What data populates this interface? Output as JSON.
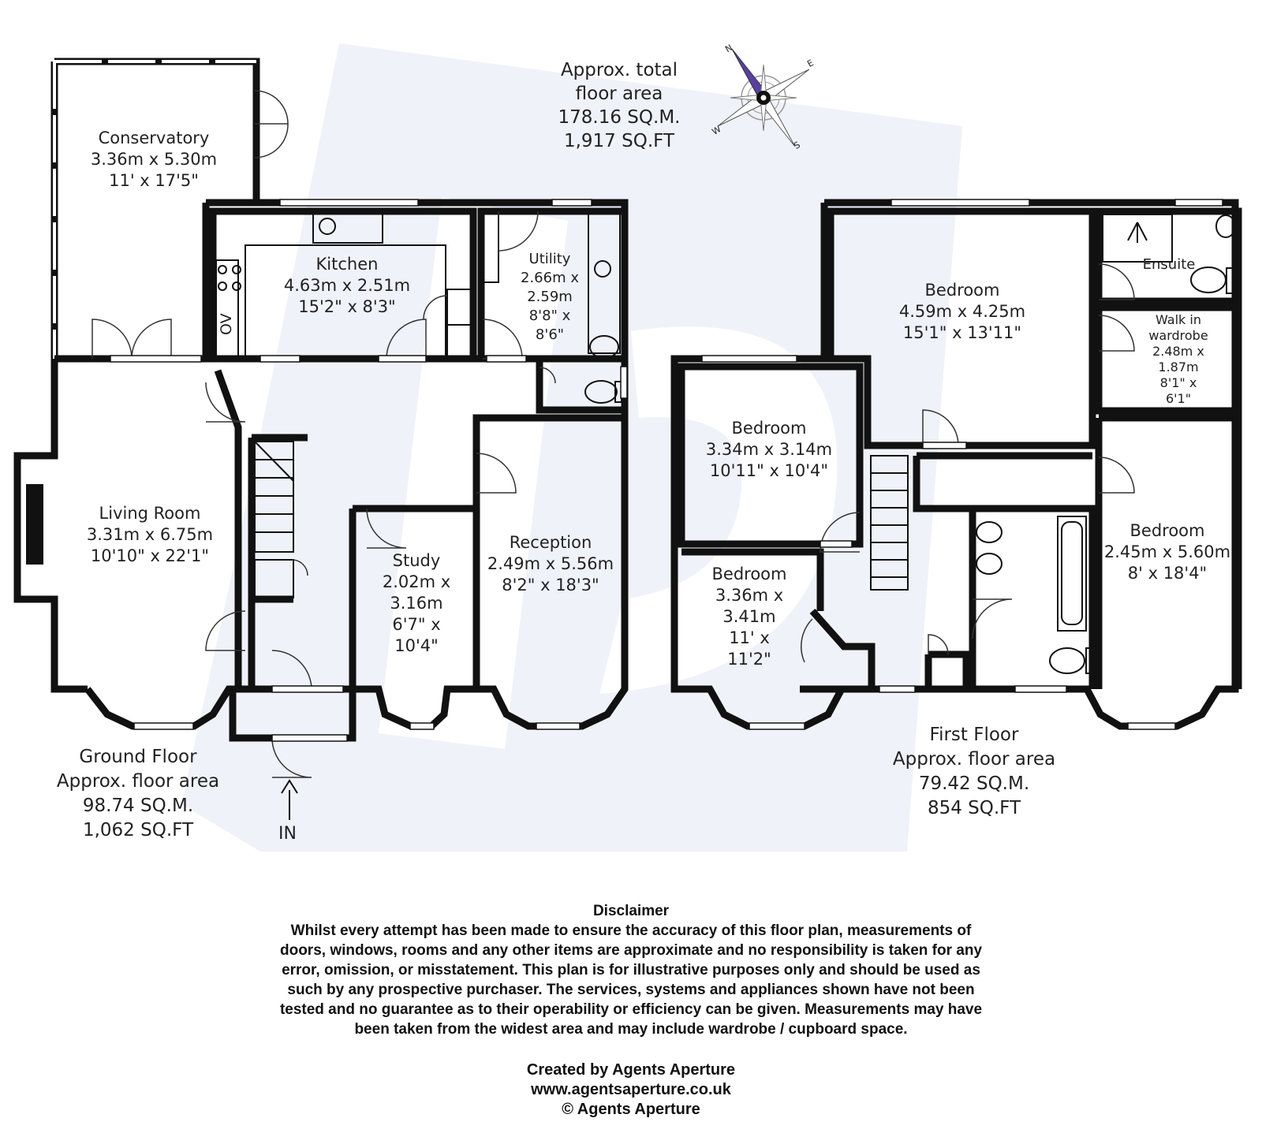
{
  "total": {
    "line1": "Approx. total",
    "line2": "floor area",
    "sqm": "178.16 SQ.M.",
    "sqft": "1,917 SQ.FT"
  },
  "compass": {
    "n": "N",
    "e": "E",
    "s": "S",
    "w": "W"
  },
  "ground_floor": {
    "title": "Ground Floor",
    "area_label": "Approx. floor area",
    "sqm": "98.74 SQ.M.",
    "sqft": "1,062 SQ.FT",
    "entrance": "IN",
    "oven_label": "OV",
    "rooms": {
      "conservatory": {
        "name": "Conservatory",
        "metric": "3.36m x 5.30m",
        "imperial": "11' x 17'5\""
      },
      "kitchen": {
        "name": "Kitchen",
        "metric": "4.63m x 2.51m",
        "imperial": "15'2\" x 8'3\""
      },
      "utility": {
        "name": "Utility",
        "l1": "2.66m x",
        "l2": "2.59m",
        "l3": "8'8\" x",
        "l4": "8'6\""
      },
      "living": {
        "name": "Living Room",
        "metric": "3.31m x 6.75m",
        "imperial": "10'10\" x 22'1\""
      },
      "study": {
        "name": "Study",
        "l1": "2.02m x",
        "l2": "3.16m",
        "l3": "6'7\" x",
        "l4": "10'4\""
      },
      "reception": {
        "name": "Reception",
        "metric": "2.49m x 5.56m",
        "imperial": "8'2\" x 18'3\""
      }
    }
  },
  "first_floor": {
    "title": "First Floor",
    "area_label": "Approx. floor area",
    "sqm": "79.42 SQ.M.",
    "sqft": "854 SQ.FT",
    "rooms": {
      "bedroom_main": {
        "name": "Bedroom",
        "metric": "4.59m x 4.25m",
        "imperial": "15'1\" x 13'11\""
      },
      "ensuite": {
        "name": "Ensuite"
      },
      "wardrobe": {
        "l1": "Walk in",
        "l2": "wardrobe",
        "l3": "2.48m x",
        "l4": "1.87m",
        "l5": "8'1\" x",
        "l6": "6'1\""
      },
      "bedroom_2": {
        "name": "Bedroom",
        "metric": "3.34m x 3.14m",
        "imperial": "10'11\" x 10'4\""
      },
      "bedroom_3": {
        "name": "Bedroom",
        "l1": "3.36m x",
        "l2": "3.41m",
        "l3": "11' x",
        "l4": "11'2\""
      },
      "bedroom_4": {
        "name": "Bedroom",
        "metric": "2.45m x 5.60m",
        "imperial": "8' x 18'4\""
      }
    }
  },
  "disclaimer": {
    "title": "Disclaimer",
    "line1": "Whilst every attempt has been made to ensure the accuracy of this floor plan, measurements of",
    "line2": "doors, windows, rooms and any other items are approximate and no responsibility is taken for any",
    "line3": "error, omission, or misstatement. This plan is for illustrative purposes only and should be used as",
    "line4": "such by any prospective purchaser. The services, systems and appliances shown have not been",
    "line5": "tested and no guarantee as to their operability or efficiency can be given. Measurements may have",
    "line6": "been taken from the widest area and may include wardrobe / cupboard space."
  },
  "credits": {
    "created": "Created by Agents Aperture",
    "url": "www.agentsaperture.co.uk",
    "copyright": "© Agents Aperture"
  },
  "colors": {
    "wall": "#111111",
    "watermark": "#eef1f8",
    "compass_needle": "#5b3fa0"
  }
}
